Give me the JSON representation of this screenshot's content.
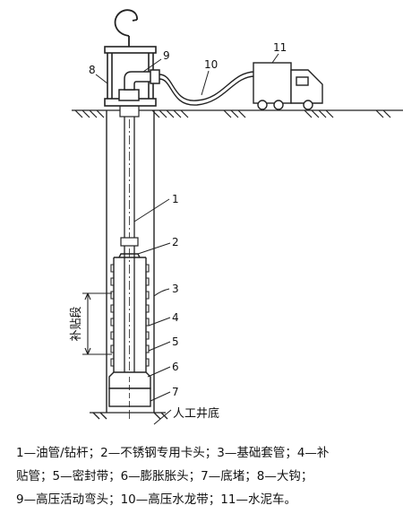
{
  "diagram": {
    "labels": {
      "n1": "1",
      "n2": "2",
      "n3": "3",
      "n4": "4",
      "n5": "5",
      "n6": "6",
      "n7": "7",
      "n8": "8",
      "n9": "9",
      "n10": "10",
      "n11": "11"
    },
    "repair_section": "补贴段",
    "well_bottom": "人工井底"
  },
  "caption": {
    "line1": "1—油管/钻杆；2—不锈钢专用卡头；3—基础套管；4—补",
    "line2": "贴管；5—密封带；6—膨胀胀头；7—底堵；8—大钩；",
    "line3": "9—高压活动弯头；10—高压水龙带；11—水泥车。"
  }
}
